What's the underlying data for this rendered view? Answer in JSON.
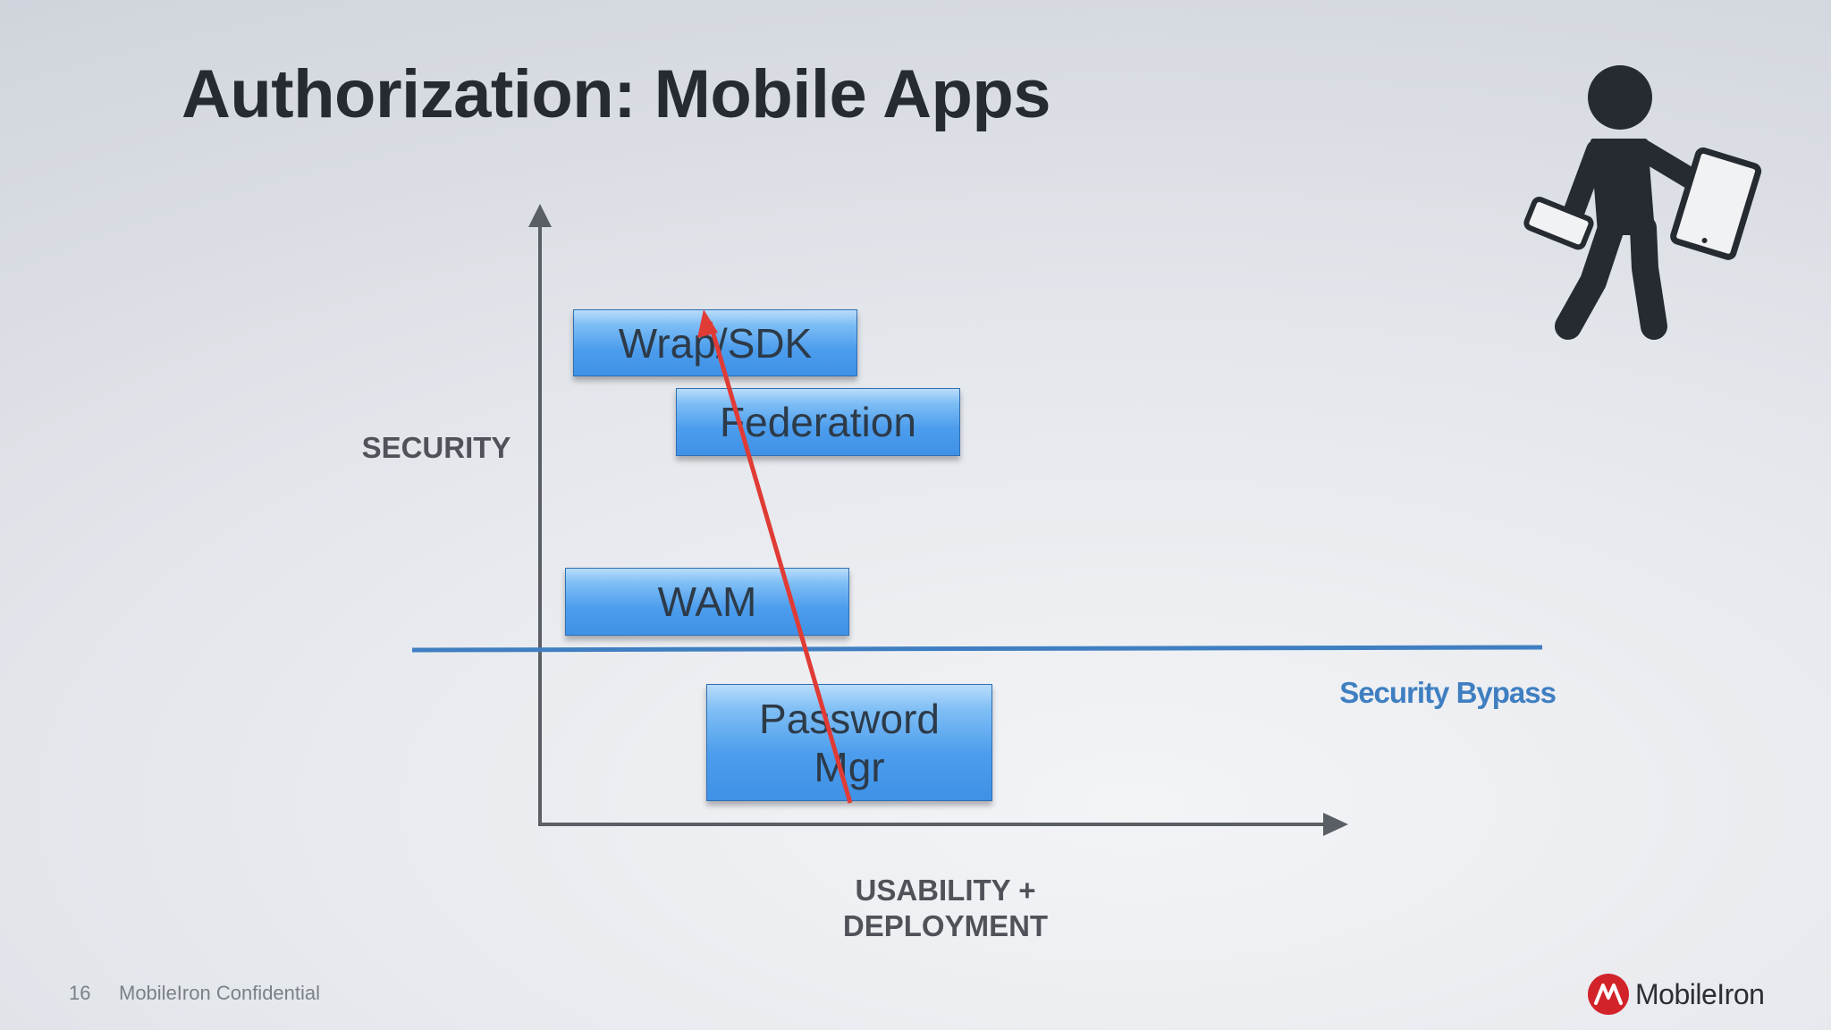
{
  "slide": {
    "title": "Authorization: Mobile Apps",
    "page_number": "16",
    "footer": "MobileIron Confidential",
    "logo_text": "MobileIron"
  },
  "diagram": {
    "y_axis_label": "SECURITY",
    "x_axis_label": "USABILITY +\nDEPLOYMENT",
    "boxes": [
      {
        "label": "Wrap/SDK"
      },
      {
        "label": "Federation"
      },
      {
        "label": "WAM"
      },
      {
        "label": "Password\nMgr"
      }
    ],
    "threshold_label": "Security Bypass",
    "colors": {
      "axis": "#5a5e65",
      "threshold_line": "#3f7fc1",
      "arrow": "#e03b35",
      "box_fill": "#4c9ded",
      "logo_red": "#d2232a"
    }
  },
  "icons": [
    "person-with-devices-icon",
    "mobileiron-logo-icon"
  ]
}
